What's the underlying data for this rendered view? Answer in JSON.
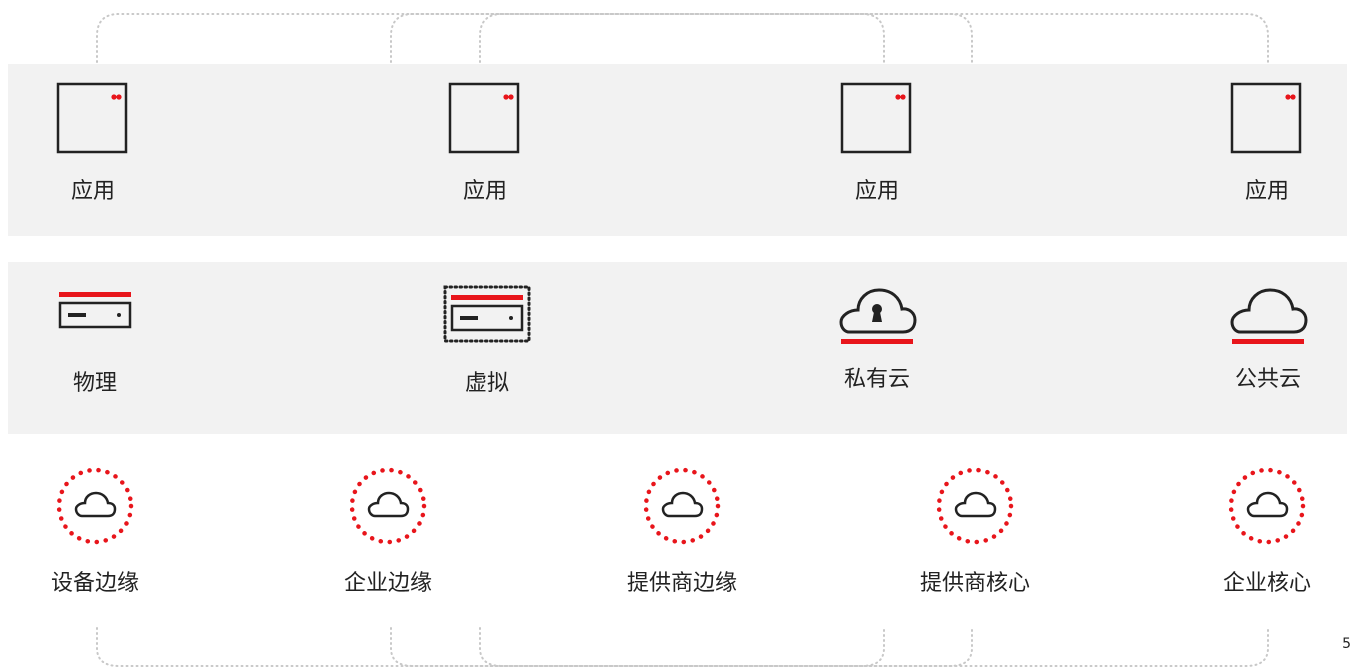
{
  "colors": {
    "accent": "#e8151b",
    "band": "#f2f2f2",
    "line": "#222222",
    "connector": "#c8c8c8"
  },
  "apps": [
    {
      "label": "应用",
      "icon": "app-window-icon"
    },
    {
      "label": "应用",
      "icon": "app-window-icon"
    },
    {
      "label": "应用",
      "icon": "app-window-icon"
    },
    {
      "label": "应用",
      "icon": "app-window-icon"
    }
  ],
  "infrastructure": [
    {
      "label": "物理",
      "icon": "physical-server-icon"
    },
    {
      "label": "虚拟",
      "icon": "virtual-server-icon"
    },
    {
      "label": "私有云",
      "icon": "private-cloud-icon"
    },
    {
      "label": "公共云",
      "icon": "public-cloud-icon"
    }
  ],
  "locations": [
    {
      "label": "设备边缘",
      "icon": "edge-cloud-icon"
    },
    {
      "label": "企业边缘",
      "icon": "edge-cloud-icon"
    },
    {
      "label": "提供商边缘",
      "icon": "edge-cloud-icon"
    },
    {
      "label": "提供商核心",
      "icon": "edge-cloud-icon"
    },
    {
      "label": "企业核心",
      "icon": "edge-cloud-icon"
    }
  ],
  "page_number": "5"
}
